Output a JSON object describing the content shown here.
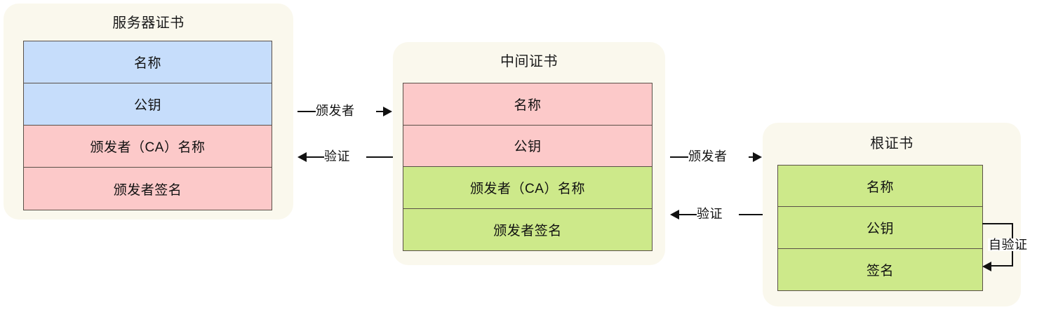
{
  "diagram": {
    "title_visible": false,
    "colors": {
      "card_background": "#faf8ed",
      "fill_blue": "#c6ddfb",
      "fill_pink": "#fcc9c9",
      "fill_green": "#cde98a",
      "border": "#5a5048",
      "connector": "#111111",
      "page_background": "#ffffff"
    }
  },
  "cards": [
    {
      "id": "server-certificate",
      "title": "服务器证书",
      "rows": [
        {
          "label": "名称",
          "fill": "fill-blue"
        },
        {
          "label": "公钥",
          "fill": "fill-blue"
        },
        {
          "label": "颁发者（CA）名称",
          "fill": "fill-pink"
        },
        {
          "label": "颁发者签名",
          "fill": "fill-pink"
        }
      ]
    },
    {
      "id": "intermediate-certificate",
      "title": "中间证书",
      "rows": [
        {
          "label": "名称",
          "fill": "fill-pink"
        },
        {
          "label": "公钥",
          "fill": "fill-pink"
        },
        {
          "label": "颁发者（CA）名称",
          "fill": "fill-green"
        },
        {
          "label": "颁发者签名",
          "fill": "fill-green"
        }
      ]
    },
    {
      "id": "root-certificate",
      "title": "根证书",
      "rows": [
        {
          "label": "名称",
          "fill": "fill-green"
        },
        {
          "label": "公钥",
          "fill": "fill-green"
        },
        {
          "label": "签名",
          "fill": "fill-green"
        }
      ]
    }
  ],
  "connectors": [
    {
      "id": "issuer-server-to-intermediate",
      "label": "颁发者",
      "direction": "right",
      "from": "server-certificate",
      "to": "intermediate-certificate"
    },
    {
      "id": "verify-intermediate-to-server",
      "label": "验证",
      "direction": "left",
      "from": "intermediate-certificate",
      "to": "server-certificate"
    },
    {
      "id": "issuer-intermediate-to-root",
      "label": "颁发者",
      "direction": "right",
      "from": "intermediate-certificate",
      "to": "root-certificate"
    },
    {
      "id": "verify-root-to-intermediate",
      "label": "验证",
      "direction": "left",
      "from": "root-certificate",
      "to": "intermediate-certificate"
    },
    {
      "id": "self-verify-root",
      "label": "自验证",
      "direction": "loop",
      "from": "root-certificate",
      "to": "root-certificate"
    }
  ]
}
